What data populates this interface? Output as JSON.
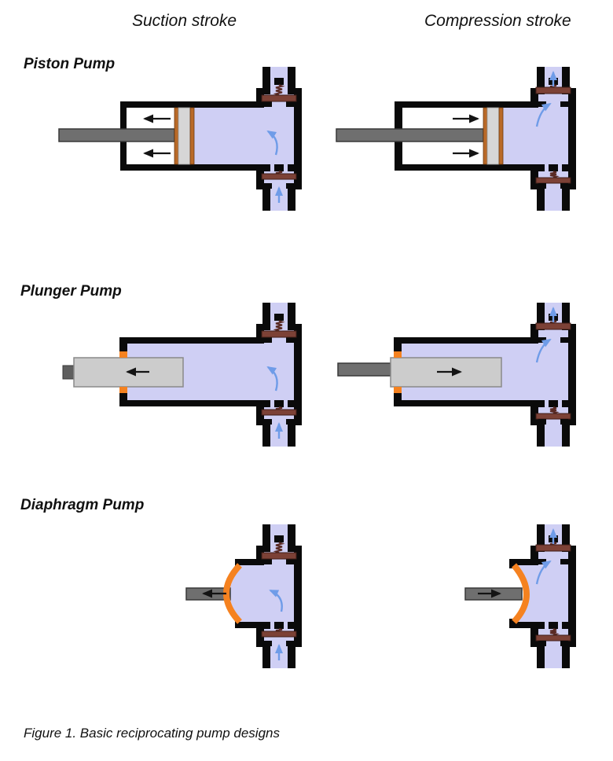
{
  "figure": {
    "column_headers": {
      "suction": "Suction stroke",
      "compression": "Compression stroke"
    },
    "pump_rows": [
      {
        "label": "Piston Pump"
      },
      {
        "label": "Plunger Pump"
      },
      {
        "label": "Diaphragm Pump"
      }
    ],
    "caption": "Figure 1. Basic reciprocating pump designs"
  },
  "colors": {
    "background": "#ffffff",
    "text": "#111111",
    "wall": "#0a0a0a",
    "fluid": "#cfcff4",
    "valve_disc": "#7c4136",
    "valve_disc_edge": "#3f1d18",
    "valve_spring": "#5a2a24",
    "diaphragm_orange": "#f58220",
    "piston_ring": "#b96a28",
    "piston_ring_edge": "#6b3a12",
    "piston_body": "#d6d6d6",
    "rod_gray": "#6f6f6f",
    "rod_edge": "#383838",
    "plunger_body": "#cccccc",
    "plunger_edge": "#8a8a8a",
    "plunger_end": "#5f5f5f",
    "arrow_black": "#141414",
    "arrow_blue": "#6f9ce8"
  }
}
